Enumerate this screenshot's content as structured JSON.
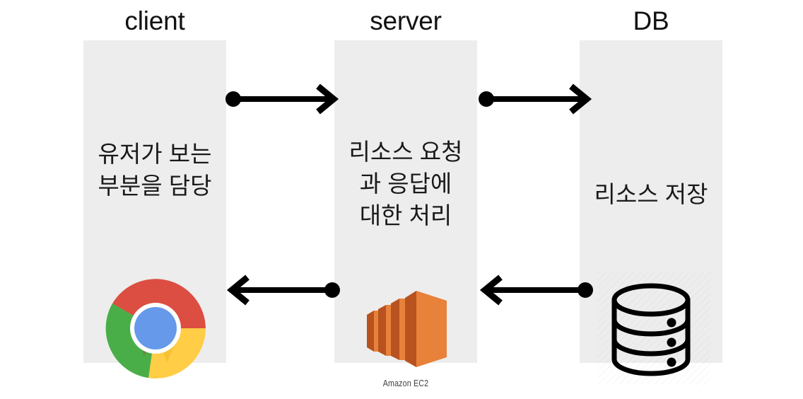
{
  "diagram": {
    "title_bar_present": false,
    "columns": [
      {
        "key": "client",
        "header": "client",
        "body_text": "유저가 보는\n부분을 담당",
        "icon_name": "chrome-logo",
        "icon_caption": ""
      },
      {
        "key": "server",
        "header": "server",
        "body_text": "리소스 요청\n과 응답에\n대한 처리",
        "icon_name": "amazon-ec2-icon",
        "icon_caption": "Amazon EC2"
      },
      {
        "key": "db",
        "header": "DB",
        "body_text": "리소스 저장",
        "icon_name": "database-cylinder-icon",
        "icon_caption": ""
      }
    ],
    "arrows": [
      {
        "key": "client-to-server",
        "direction": "right",
        "from": "client",
        "to": "server",
        "row": "top"
      },
      {
        "key": "server-to-db",
        "direction": "right",
        "from": "server",
        "to": "db",
        "row": "top"
      },
      {
        "key": "server-to-client",
        "direction": "left",
        "from": "server",
        "to": "client",
        "row": "bottom"
      },
      {
        "key": "db-to-server",
        "direction": "left",
        "from": "db",
        "to": "server",
        "row": "bottom"
      }
    ],
    "colors": {
      "panel_background": "#ededed",
      "page_background": "#ffffff",
      "text": "#1a1a1a",
      "arrow": "#000000",
      "chrome_red": "#dc4e41",
      "chrome_yellow": "#ffcd46",
      "chrome_green": "#4aae48",
      "chrome_blue": "#6699ea",
      "ec2_orange": "#e8813a",
      "ec2_orange_dark": "#b8521f"
    }
  }
}
